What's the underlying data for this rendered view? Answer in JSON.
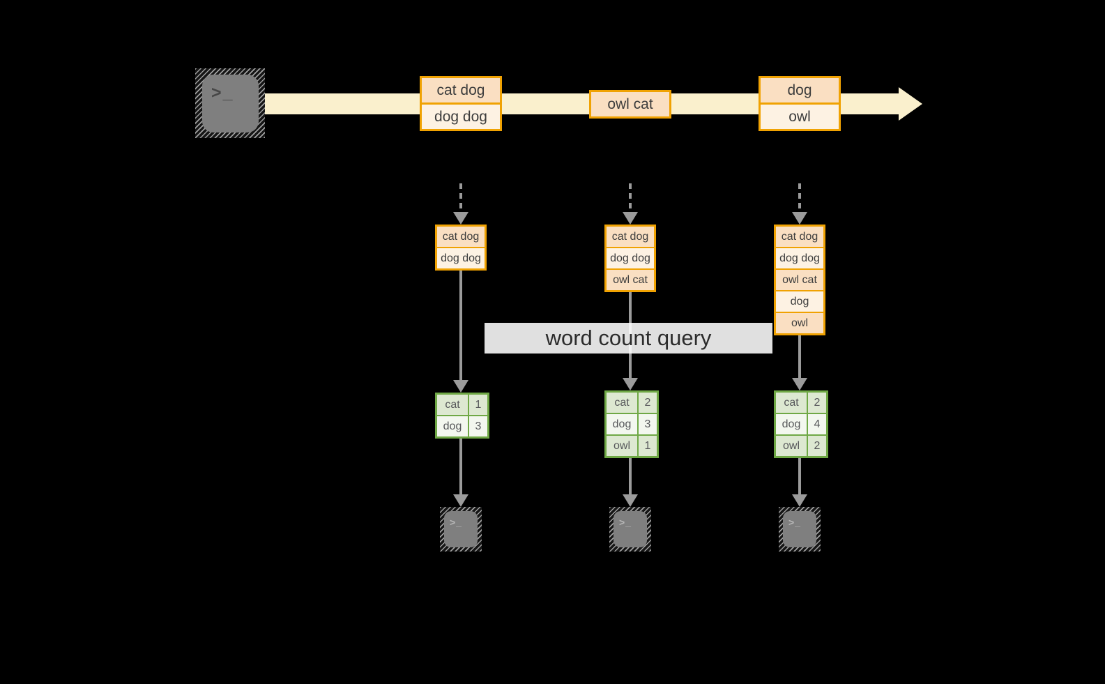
{
  "query_label": "word count query",
  "prompt_glyph": ">_",
  "stream_batches": [
    {
      "rows": [
        "cat dog",
        "dog dog"
      ]
    },
    {
      "rows": [
        "owl cat"
      ]
    },
    {
      "rows": [
        "dog",
        "owl"
      ]
    }
  ],
  "unbounded_tables": [
    {
      "rows": [
        "cat dog",
        "dog dog"
      ]
    },
    {
      "rows": [
        "cat dog",
        "dog dog",
        "owl cat"
      ]
    },
    {
      "rows": [
        "cat dog",
        "dog dog",
        "owl cat",
        "dog",
        "owl"
      ]
    }
  ],
  "word_counts": [
    {
      "rows": [
        {
          "word": "cat",
          "count": "1"
        },
        {
          "word": "dog",
          "count": "3"
        }
      ]
    },
    {
      "rows": [
        {
          "word": "cat",
          "count": "2"
        },
        {
          "word": "dog",
          "count": "3"
        },
        {
          "word": "owl",
          "count": "1"
        }
      ]
    },
    {
      "rows": [
        {
          "word": "cat",
          "count": "2"
        },
        {
          "word": "dog",
          "count": "4"
        },
        {
          "word": "owl",
          "count": "2"
        }
      ]
    }
  ],
  "colors": {
    "accent_amber": "#F0A202",
    "cell_peach": "#FADFC2",
    "cell_cream": "#FDF2E3",
    "stream_arrow": "#FAF0CD",
    "accent_green": "#6FA845",
    "cell_green": "#DDE8D1",
    "cell_green_light": "#F3F7EF",
    "connector_gray": "#9B9B9B",
    "terminal_gray": "#7F7F7F",
    "background": "#000000"
  }
}
